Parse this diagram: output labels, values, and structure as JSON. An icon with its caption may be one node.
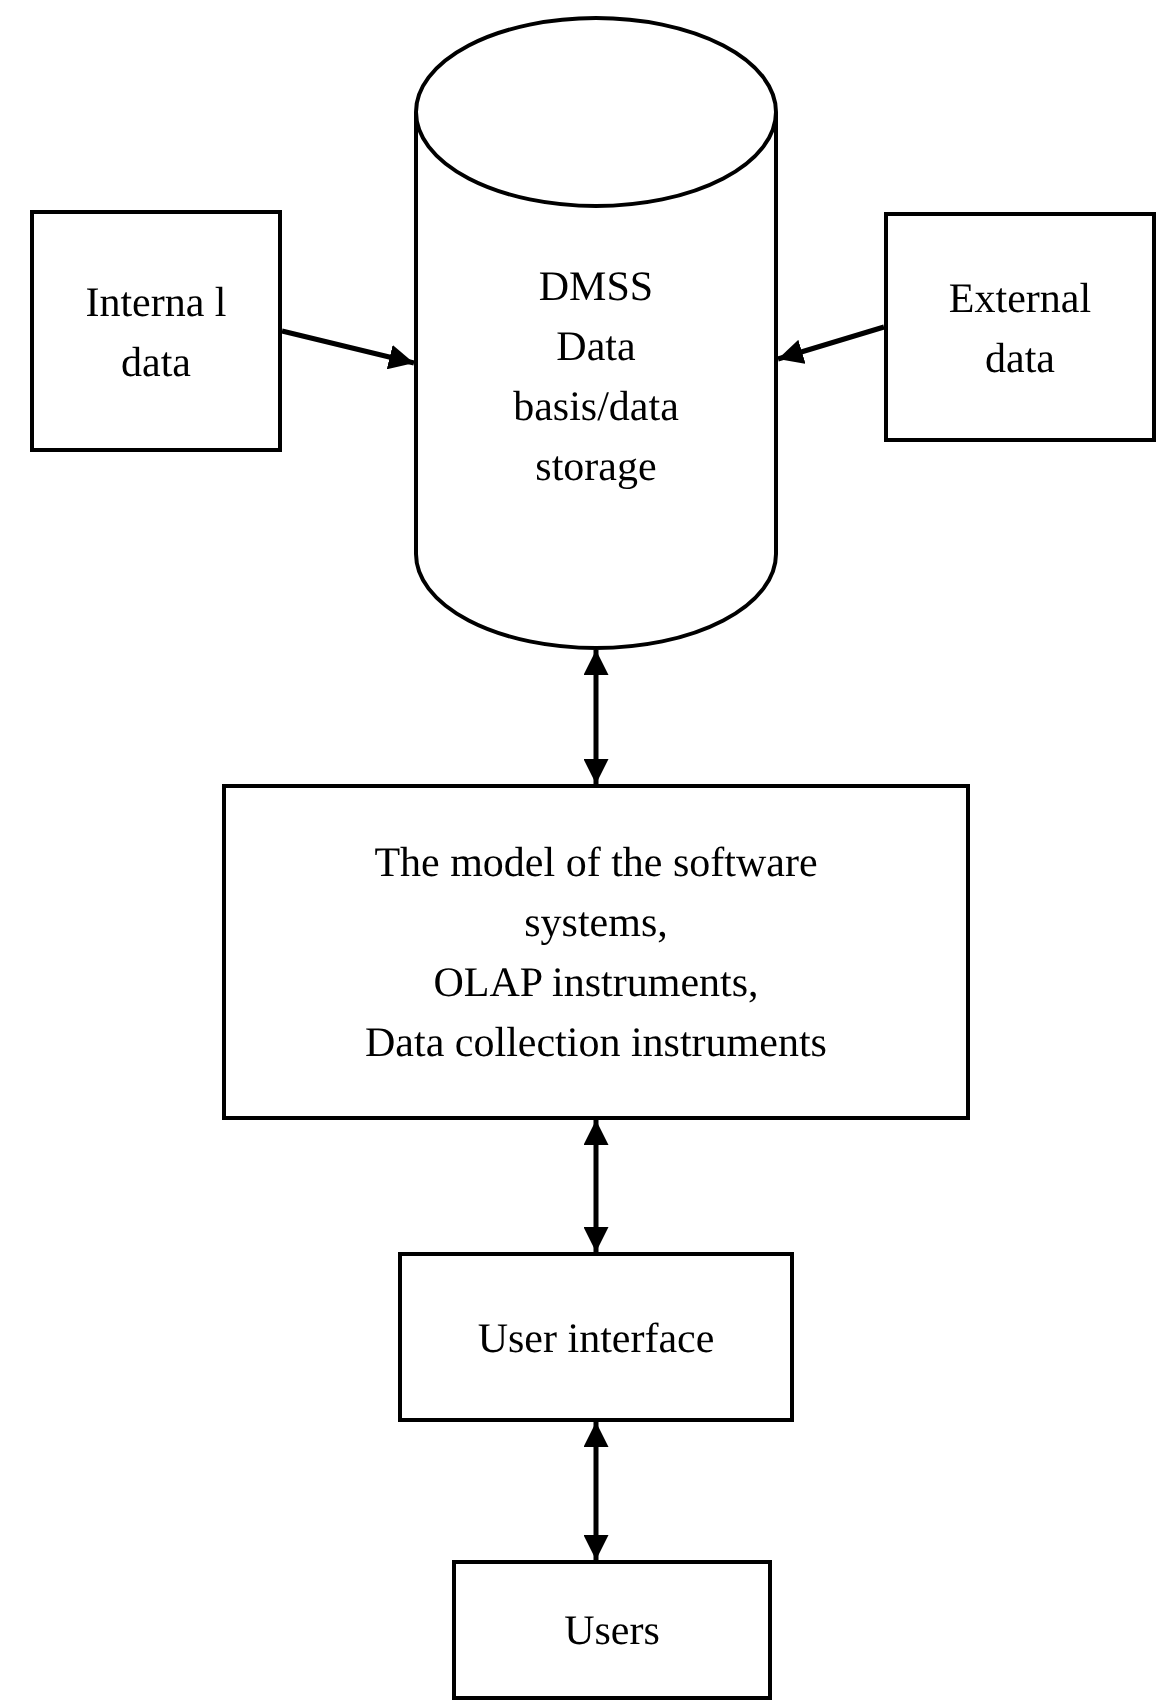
{
  "diagram": {
    "nodes": [
      {
        "text": [
          "Interna l data"
        ]
      },
      {
        "text": [
          "DMSS",
          "Data basis/data storage"
        ]
      },
      {
        "text": [
          "External data"
        ]
      },
      {
        "text": [
          "The model of the software systems,",
          "OLAP instruments,",
          "Data collection instruments"
        ]
      },
      {
        "text": [
          "User interface"
        ]
      },
      {
        "text": [
          "Users"
        ]
      }
    ],
    "edges": [
      {
        "from": 0,
        "to": 1,
        "arrow": "to"
      },
      {
        "from": 2,
        "to": 1,
        "arrow": "to"
      },
      {
        "from": 1,
        "to": 3,
        "arrow": "both"
      },
      {
        "from": 3,
        "to": 4,
        "arrow": "both"
      },
      {
        "from": 4,
        "to": 5,
        "arrow": "both"
      }
    ]
  }
}
